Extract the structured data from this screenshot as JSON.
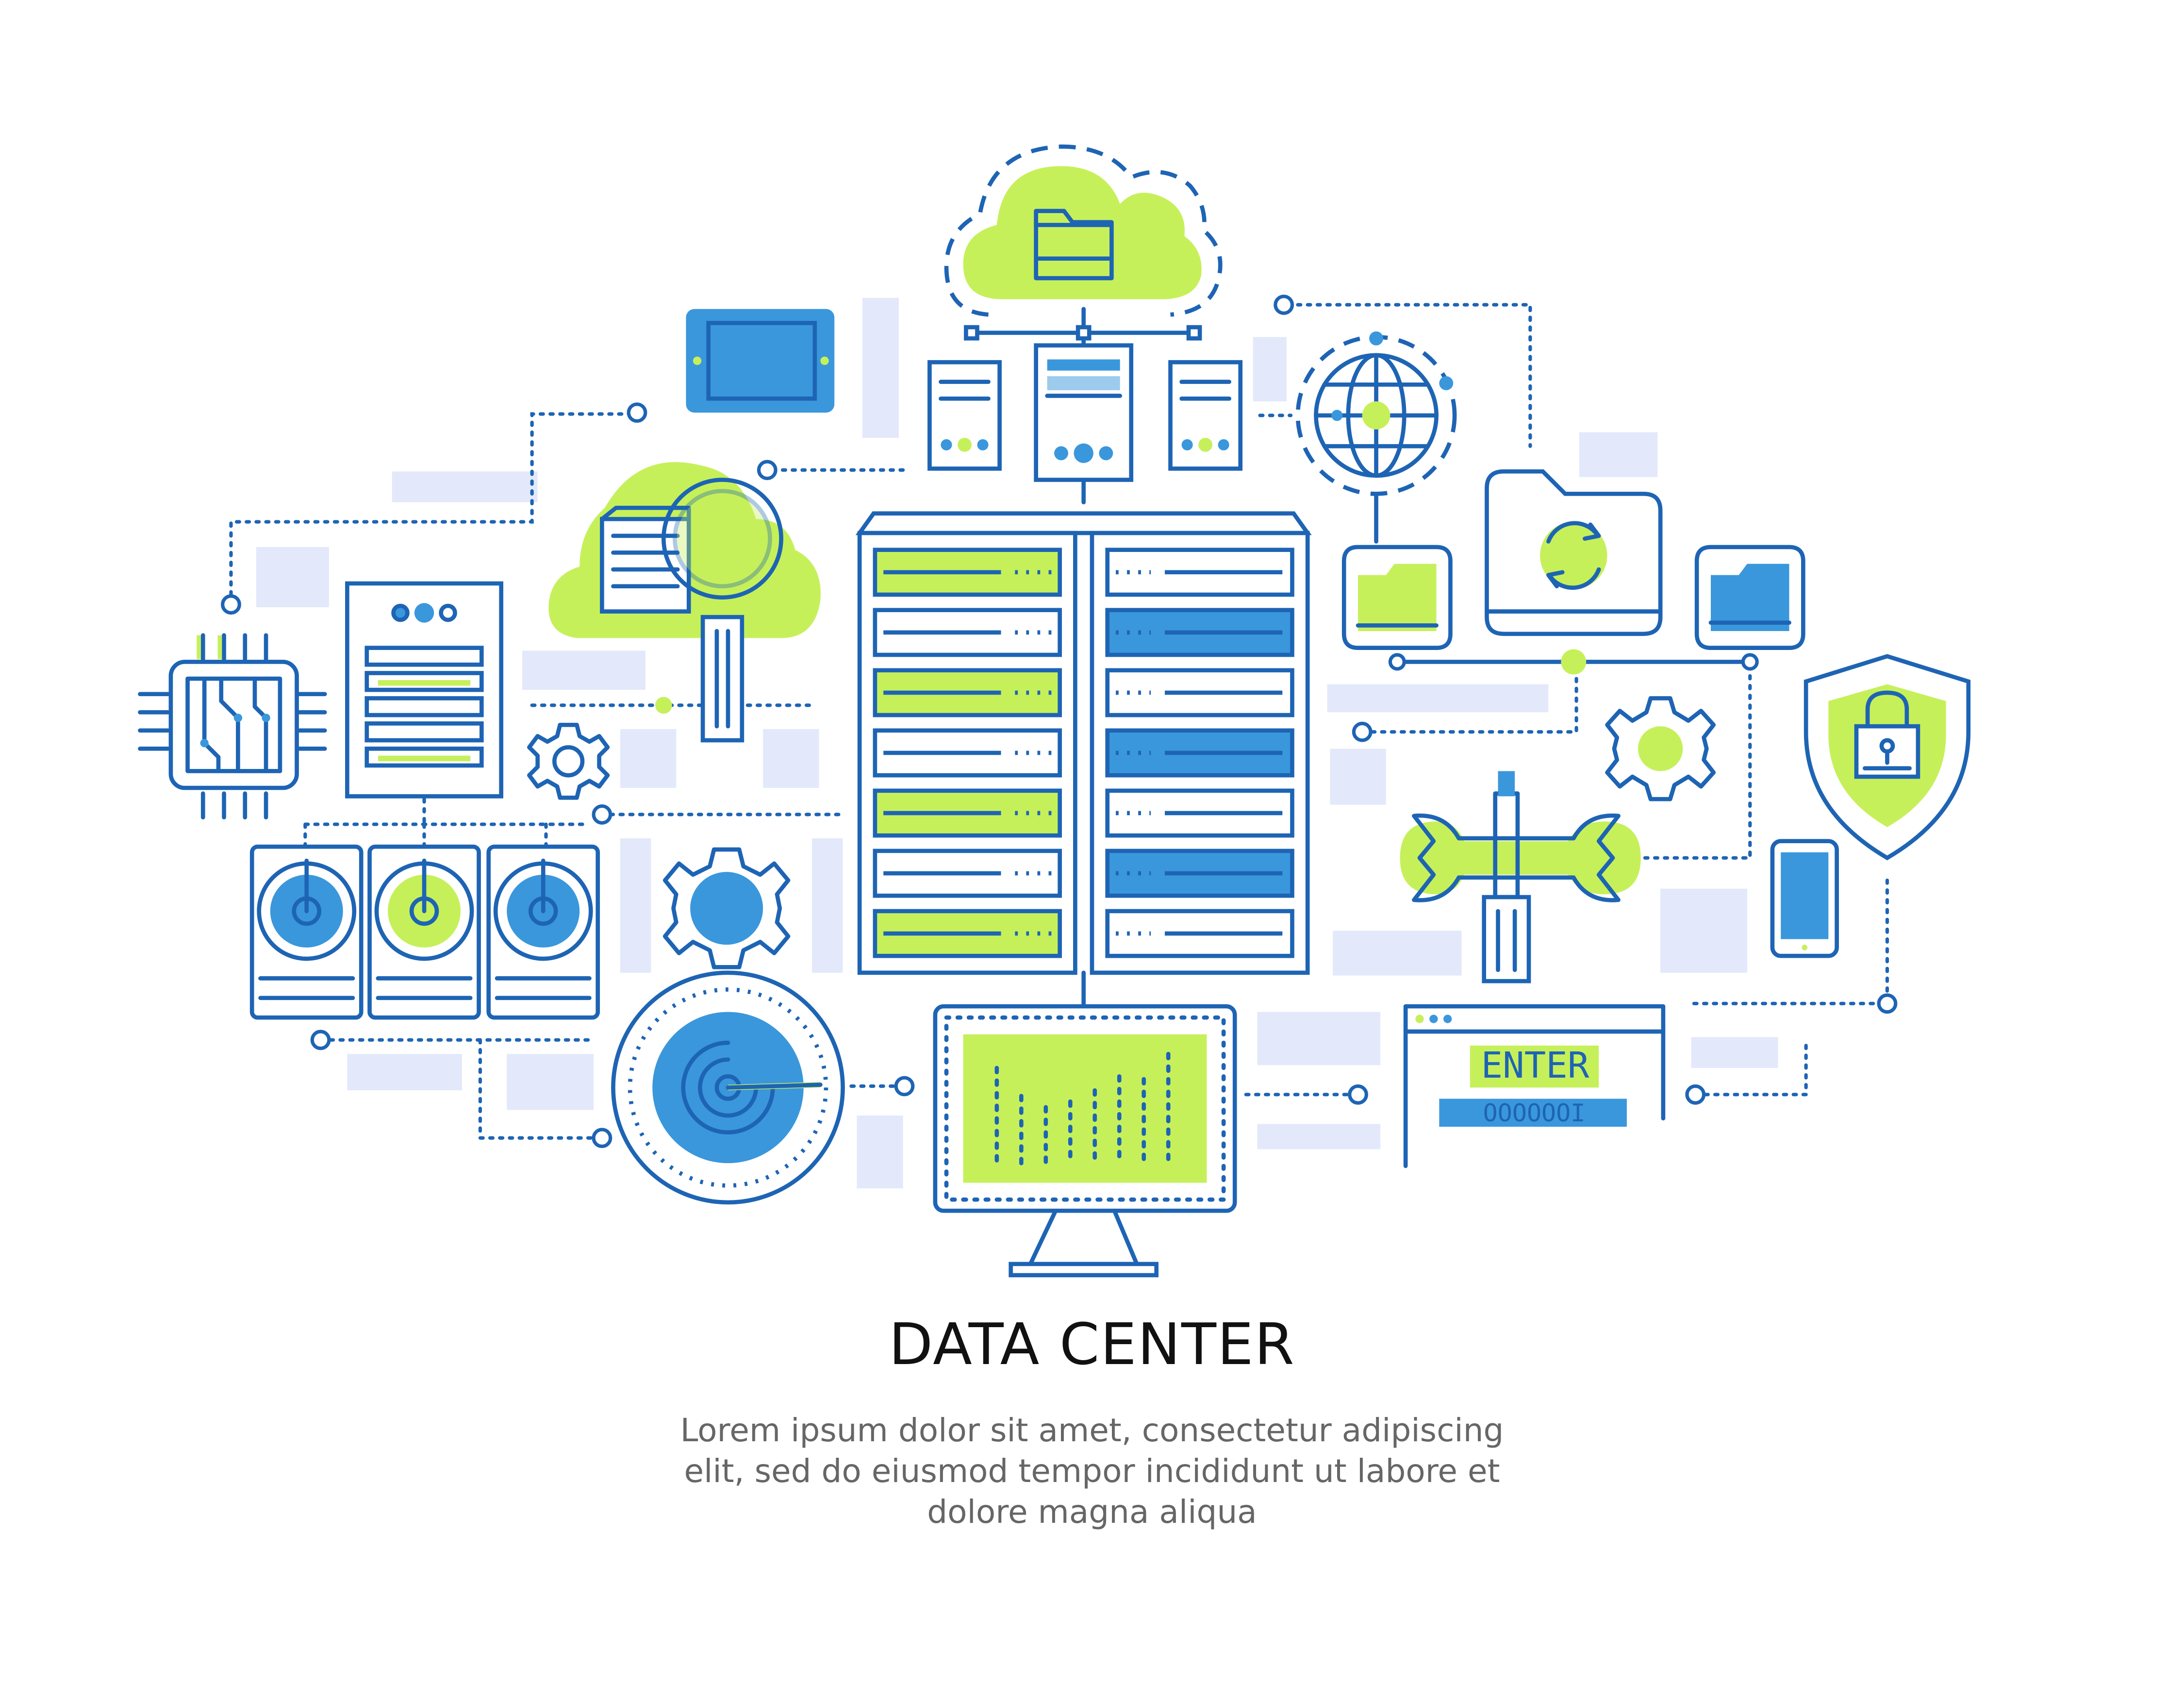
{
  "title": "DATA CENTER",
  "description": "Lorem ipsum dolor sit amet, consectetur adipiscing elit, sed do eiusmod tempor incididunt ut labore et dolore magna aliqua",
  "enter_label": "ENTER",
  "code_label": "OOOOOOI",
  "colors": {
    "stroke": "#1e64b4",
    "blue_fill": "#3a97dc",
    "green_fill": "#c6f05a",
    "placeholder": "#e3e9fa"
  },
  "icons": [
    "cloud-folder-icon",
    "tablet-icon",
    "server-tower-icon",
    "cloud-search-icon",
    "cpu-chip-icon",
    "storage-drive-icon",
    "gear-icon",
    "globe-icon",
    "folder-icon",
    "folder-sync-icon",
    "shield-lock-icon",
    "wrench-screwdriver-icon",
    "smartphone-icon",
    "server-rack-icon",
    "radar-icon",
    "monitor-chart-icon",
    "login-window-icon"
  ]
}
